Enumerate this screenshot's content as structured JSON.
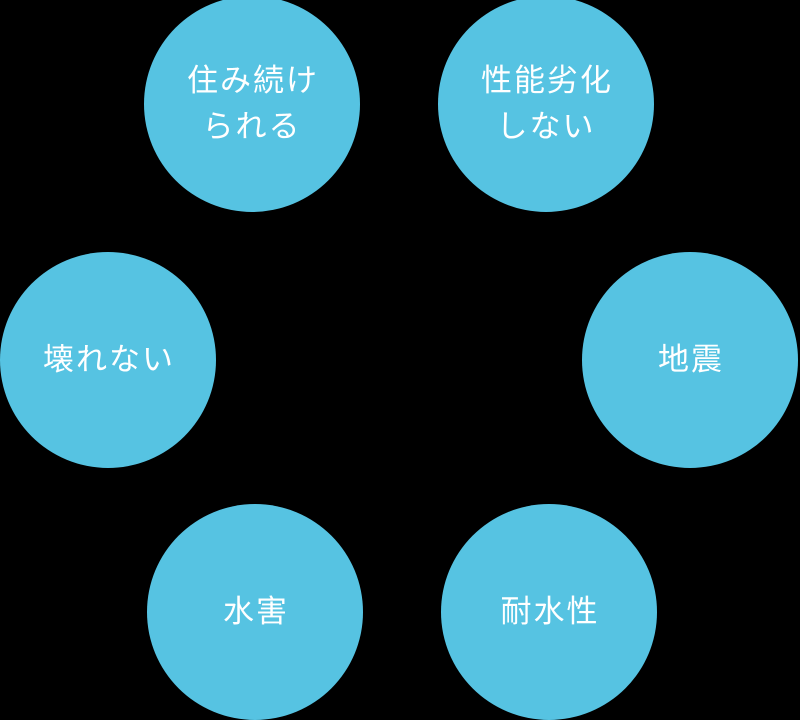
{
  "colors": {
    "background": "#000000",
    "circle": "#56C3E2",
    "label": "#FFFFFF"
  },
  "circles": [
    {
      "id": "keep-living",
      "label": "住み続け\nられる"
    },
    {
      "id": "no-degradation",
      "label": "性能劣化\nしない"
    },
    {
      "id": "unbreakable",
      "label": "壊れない"
    },
    {
      "id": "earthquake",
      "label": "地震"
    },
    {
      "id": "flood",
      "label": "水害"
    },
    {
      "id": "water-resistance",
      "label": "耐水性"
    }
  ]
}
